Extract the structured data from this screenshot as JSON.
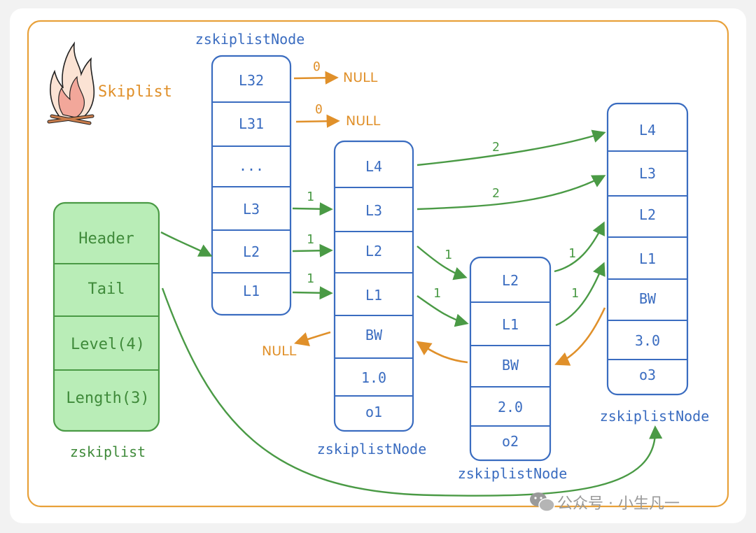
{
  "title": "Skiplist",
  "colors": {
    "frame": "#e8a13a",
    "blue": "#3a6cc0",
    "green": "#4a9a45",
    "green_fill": "#b9edb7",
    "orange": "#e0902a",
    "card_bg": "#ffffff"
  },
  "zskiplist": {
    "label": "zskiplist",
    "fields": [
      "Header",
      "Tail",
      "Level(4)",
      "Length(3)"
    ]
  },
  "node_label": "zskiplistNode",
  "header_node": {
    "levels": [
      "L32",
      "L31",
      "...",
      "L3",
      "L2",
      "L1"
    ]
  },
  "node1": {
    "levels": [
      "L4",
      "L3",
      "L2",
      "L1"
    ],
    "backward": "BW",
    "score": "1.0",
    "obj": "o1"
  },
  "node2": {
    "levels": [
      "L2",
      "L1"
    ],
    "backward": "BW",
    "score": "2.0",
    "obj": "o2"
  },
  "node3": {
    "levels": [
      "L4",
      "L3",
      "L2",
      "L1"
    ],
    "backward": "BW",
    "score": "3.0",
    "obj": "o3"
  },
  "spans": {
    "header_L32": "0",
    "header_L31": "0",
    "header_L3": "1",
    "header_L2": "1",
    "header_L1": "1",
    "n1_L4": "2",
    "n1_L3": "2",
    "n1_L2": "1",
    "n1_L1": "1",
    "n2_L2": "1",
    "n2_L1": "1"
  },
  "null_text": "NULL",
  "watermark": "公众号 · 小生凡一"
}
